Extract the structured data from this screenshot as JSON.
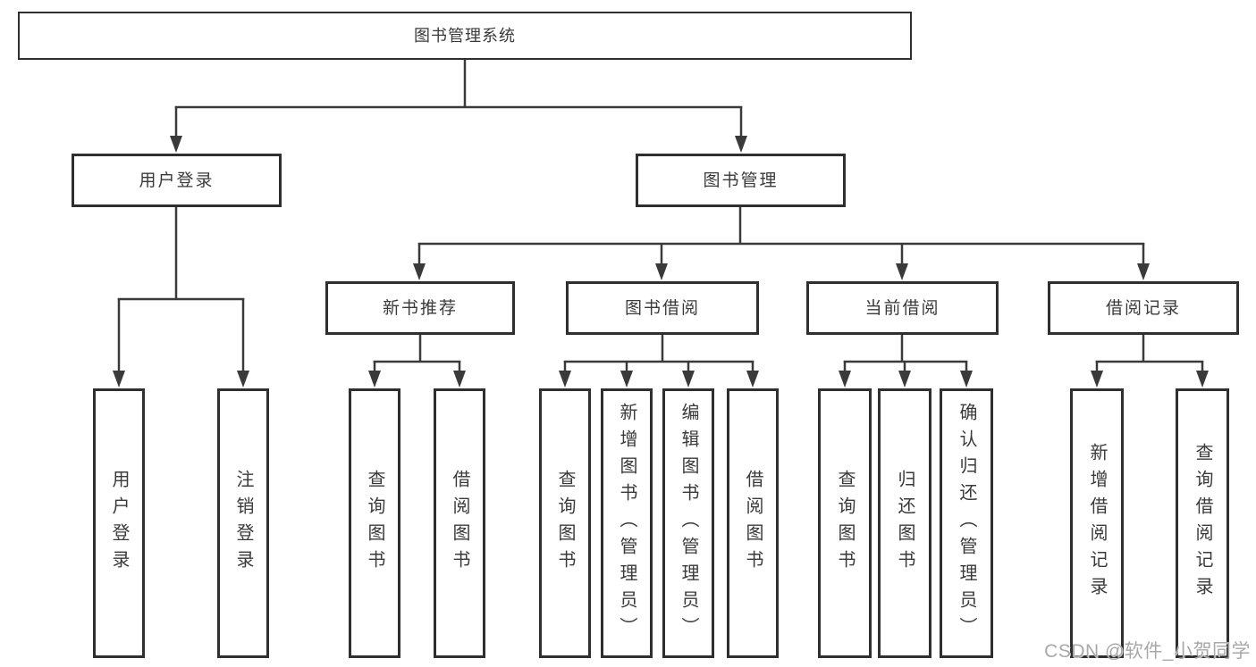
{
  "colors": {
    "line": "#3a3a3a",
    "box_border": "#2f2f2f",
    "text": "#3a3a3a",
    "background": "#ffffff",
    "watermark": "#a8a8a8"
  },
  "watermark": {
    "text": "CSDN @软件_小贺同学"
  },
  "diagram": {
    "root": {
      "label": "图书管理系统",
      "children": [
        {
          "label": "用户登录",
          "children": [
            {
              "label": "用户登录"
            },
            {
              "label": "注销登录"
            }
          ]
        },
        {
          "label": "图书管理",
          "children": [
            {
              "label": "新书推荐",
              "children": [
                {
                  "label": "查询图书"
                },
                {
                  "label": "借阅图书"
                }
              ]
            },
            {
              "label": "图书借阅",
              "children": [
                {
                  "label": "查询图书"
                },
                {
                  "label": "新增图书（管理员）"
                },
                {
                  "label": "编辑图书（管理员）"
                },
                {
                  "label": "借阅图书"
                }
              ]
            },
            {
              "label": "当前借阅",
              "children": [
                {
                  "label": "查询图书"
                },
                {
                  "label": "归还图书"
                },
                {
                  "label": "确认归还（管理员）"
                }
              ]
            },
            {
              "label": "借阅记录",
              "children": [
                {
                  "label": "新增借阅记录"
                },
                {
                  "label": "查询借阅记录"
                }
              ]
            }
          ]
        }
      ]
    }
  }
}
